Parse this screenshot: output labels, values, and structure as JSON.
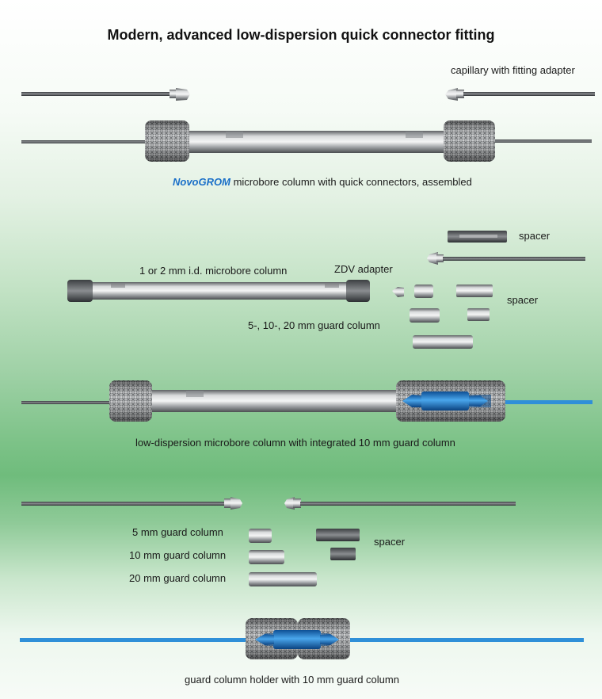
{
  "title": "Modern, advanced low-dispersion quick connector fitting",
  "section1": {
    "capillary_label": "capillary with fitting adapter",
    "caption_brand": "NovoGROM",
    "caption_rest": " microbore column with quick connectors, assembled"
  },
  "section2": {
    "column_label": "1 or 2 mm i.d. microbore column",
    "zdv_label": "ZDV adapter",
    "spacer_top_label": "spacer",
    "spacer_mid_label": "spacer",
    "guard_label": "5-, 10-, 20 mm guard column"
  },
  "section3": {
    "caption": "low-dispersion microbore column with integrated 10 mm guard column"
  },
  "section4": {
    "guard5_label": "5 mm guard column",
    "guard10_label": "10 mm guard column",
    "guard20_label": "20 mm guard column",
    "spacer_label": "spacer"
  },
  "section5": {
    "caption": "guard column holder with 10 mm guard column"
  },
  "colors": {
    "accent_blue": "#1a6fc8",
    "steel": "#9a9da0",
    "tube_blue": "#2f8fd8"
  }
}
